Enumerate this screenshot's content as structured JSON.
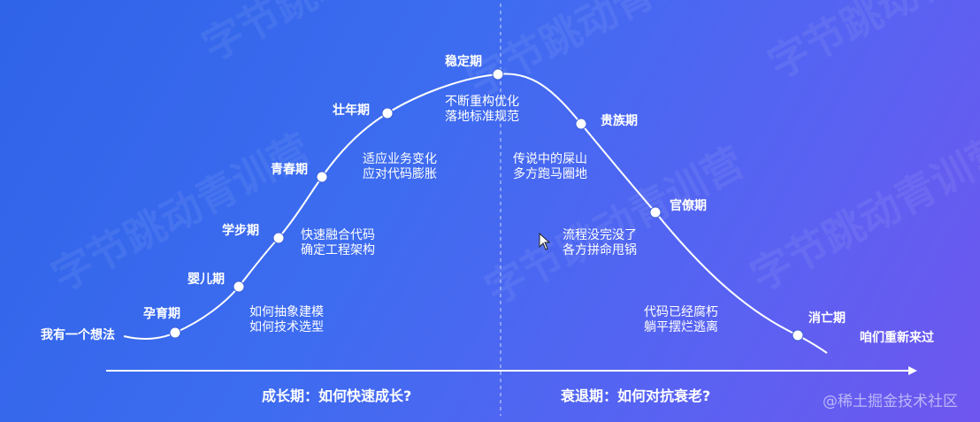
{
  "stages": {
    "start": "我有一个想法",
    "gestation": "孕育期",
    "infant": "婴儿期",
    "toddler": "学步期",
    "youth": "青春期",
    "prime": "壮年期",
    "stable": "稳定期",
    "aristocracy": "贵族期",
    "bureaucracy": "官僚期",
    "death": "消亡期",
    "restart": "咱们重新来过"
  },
  "notes": {
    "infant_1": "如何抽象建模",
    "infant_2": "如何技术选型",
    "toddler_1": "快速融合代码",
    "toddler_2": "确定工程架构",
    "youth_1": "适应业务变化",
    "youth_2": "应对代码膨胀",
    "stable_1": "不断重构优化",
    "stable_2": "落地标准规范",
    "aristocracy_1": "传说中的屎山",
    "aristocracy_2": "多方跑马圈地",
    "bureaucracy_1": "流程没完没了",
    "bureaucracy_2": "各方拼命甩锅",
    "decline_1": "代码已经腐朽",
    "decline_2": "躺平摆烂逃离"
  },
  "phases": {
    "growth": "成长期：如何快速成长?",
    "decline": "衰退期：如何对抗衰老?"
  },
  "watermark": "字节跳动青训营",
  "credit": "@稀土掘金技术社区",
  "colors": {
    "bg_start": "#2f63e8",
    "bg_end": "#6f56ee",
    "line": "#ffffff"
  }
}
